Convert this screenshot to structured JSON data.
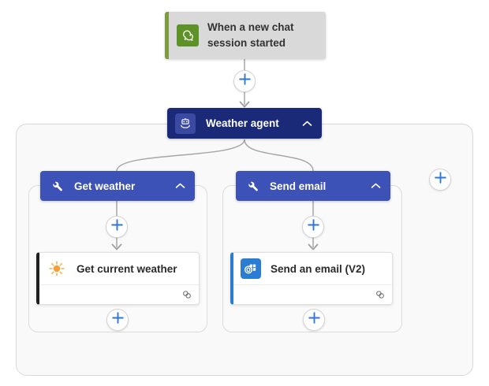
{
  "trigger": {
    "label": "When a new chat session started",
    "icon": "chat-trigger-icon"
  },
  "agent": {
    "label": "Weather agent",
    "icon": "bot-icon",
    "collapse_icon": "chevron-up-icon"
  },
  "branches": [
    {
      "label": "Get weather",
      "icon": "wrench-icon",
      "collapse_icon": "chevron-up-icon",
      "action": {
        "label": "Get current weather",
        "icon": "sun-icon",
        "footer_icon": "connection-icon",
        "accent_color": "#1f1f1f"
      }
    },
    {
      "label": "Send email",
      "icon": "wrench-icon",
      "collapse_icon": "chevron-up-icon",
      "action": {
        "label": "Send an email (V2)",
        "icon": "outlook-icon",
        "footer_icon": "connection-icon",
        "accent_color": "#2b7cd3"
      }
    }
  ],
  "insert_buttons": {
    "icon": "plus-icon",
    "count": 6
  },
  "colors": {
    "trigger_bg": "#d9d9d9",
    "trigger_accent": "#7d9c3f",
    "trigger_icon_bg": "#5f9226",
    "agent_bg": "#1b2a78",
    "agent_icon_bg": "#3a4aa3",
    "branch_header_bg": "#3d52b6",
    "plus_blue": "#3076d6",
    "connector_gray": "#a6a6a6",
    "container_border": "#d8d8d8",
    "container_bg": "#f9f9fa",
    "card_bg": "#ffffff",
    "weather_card_accent": "#1f1f1f",
    "email_card_accent": "#2b7cd3"
  }
}
